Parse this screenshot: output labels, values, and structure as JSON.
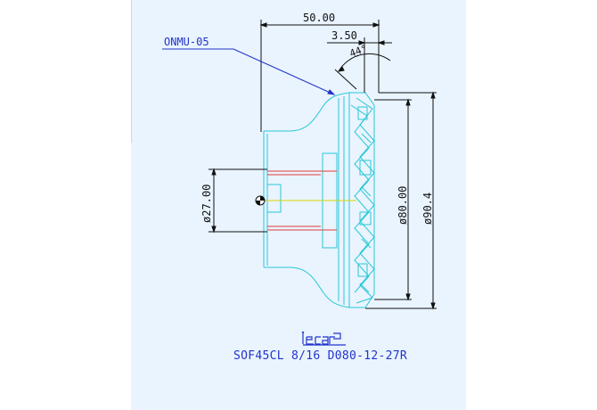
{
  "drawing": {
    "insert_label": "ONMU-05",
    "dimensions": {
      "overall_length": "50.00",
      "offset": "3.50",
      "angle": "44°",
      "bore_diameter": "ø27.00",
      "cutting_diameter": "ø80.00",
      "outer_diameter": "ø90.4"
    },
    "brand_logo": "iscar",
    "model_code": "SOF45CL 8/16 D080-12-27R"
  },
  "colors": {
    "background": "#e9f4ff",
    "outline": "#27c7d6",
    "dimension": "#111111",
    "label": "#2233cc",
    "hidden_line": "#e23a3a",
    "center_line": "#d6d600"
  }
}
